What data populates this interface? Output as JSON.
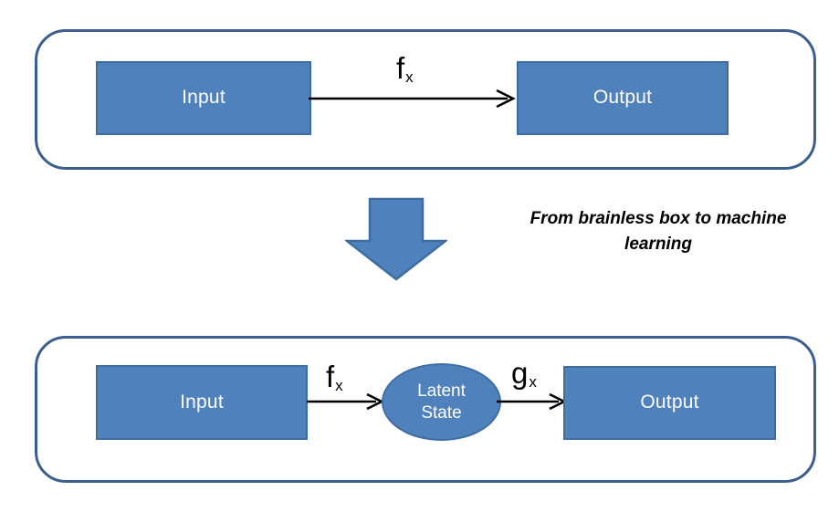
{
  "diagram": {
    "title_caption": "From brainless box to machine learning",
    "colors": {
      "node_fill": "#4F81BD",
      "node_border": "#3E6DA3",
      "panel_border": "#3A5F8F",
      "arrow": "#000000",
      "node_text": "#FFFFFF",
      "caption_text": "#000000",
      "background": "#FFFFFF"
    },
    "top_panel": {
      "name": "brainless-box-model",
      "input_label": "Input",
      "output_label": "Output",
      "edge_label": "f",
      "edge_label_subscript": "x"
    },
    "transition": {
      "arrow_direction": "down",
      "caption": "From brainless box to machine learning"
    },
    "bottom_panel": {
      "name": "latent-state-model",
      "input_label": "Input",
      "latent_label_line1": "Latent",
      "latent_label_line2": "State",
      "output_label": "Output",
      "edge_label_1": "f",
      "edge_label_1_subscript": "x",
      "edge_label_2": "g",
      "edge_label_2_subscript": "x"
    }
  }
}
